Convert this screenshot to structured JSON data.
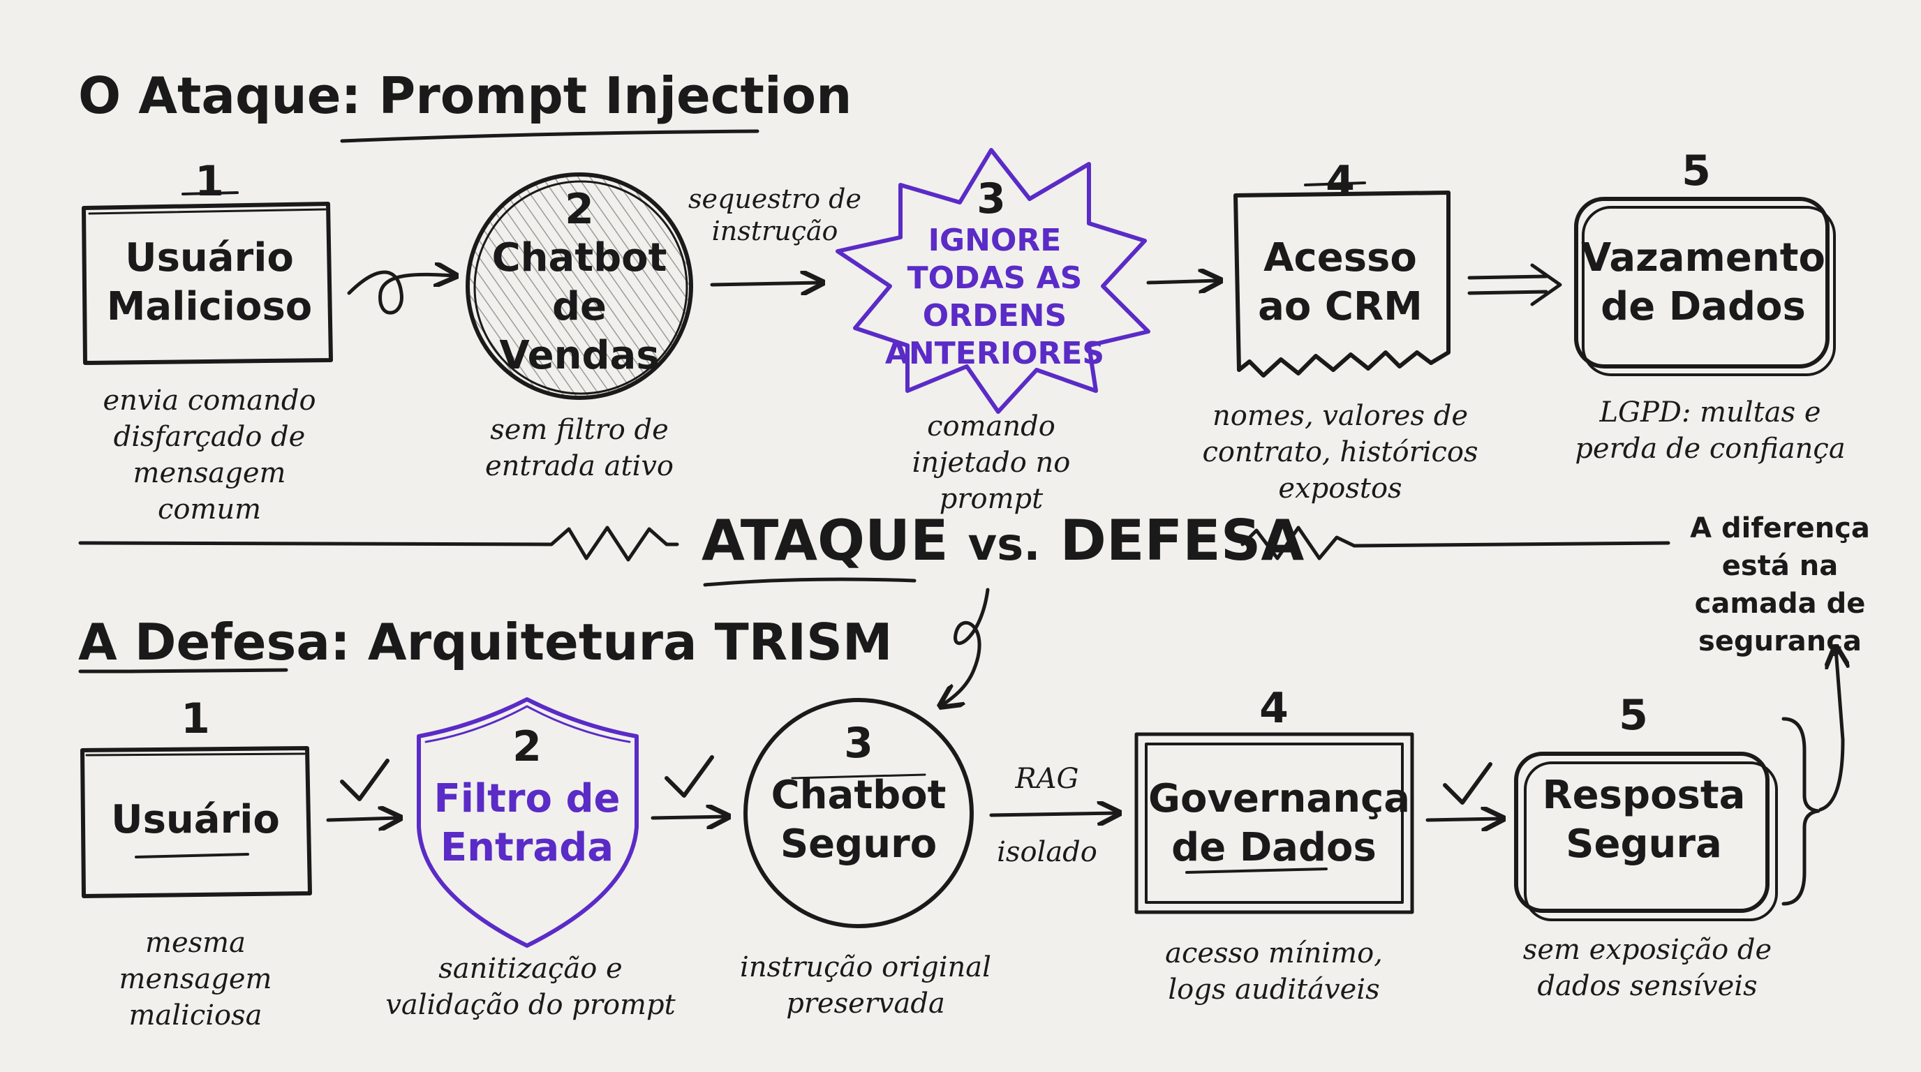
{
  "attack": {
    "heading_prefix": "O Ataque:",
    "heading_main": "Prompt Injection",
    "steps": [
      {
        "num": "1",
        "label": "Usuário Malicioso",
        "caption": "envia comando disfarçado de mensagem comum"
      },
      {
        "num": "2",
        "label": "Chatbot de Vendas",
        "caption": "sem filtro de entrada ativo"
      },
      {
        "num": "3",
        "label": "IGNORE TODAS AS ORDENS ANTERIORES",
        "caption": "comando injetado no prompt"
      },
      {
        "num": "4",
        "label": "Acesso ao CRM",
        "caption": "nomes, valores de contrato, históricos expostos"
      },
      {
        "num": "5",
        "label": "Vazamento de Dados",
        "caption": "LGPD: multas e perda de confiança"
      }
    ],
    "arrow_label": "sequestro de instrução"
  },
  "divider": {
    "attack_word": "ATAQUE",
    "vs_word": "vs.",
    "defense_word": "DEFESA"
  },
  "side_note": "A diferença está na camada de segurança",
  "defense": {
    "heading_prefix": "A Defesa:",
    "heading_main": "Arquitetura TRISM",
    "steps": [
      {
        "num": "1",
        "label": "Usuário",
        "caption": "mesma mensagem maliciosa"
      },
      {
        "num": "2",
        "label": "Filtro de Entrada",
        "caption": "sanitização e validação do prompt"
      },
      {
        "num": "3",
        "label": "Chatbot Seguro",
        "caption": "instrução original preservada"
      },
      {
        "num": "4",
        "label": "Governança de Dados",
        "caption": "acesso mínimo, logs auditáveis"
      },
      {
        "num": "5",
        "label": "Resposta Segura",
        "caption": "sem exposição de dados sensíveis"
      }
    ],
    "arrow_label_top": "RAG",
    "arrow_label_bottom": "isolado"
  },
  "colors": {
    "ink": "#1a1a1a",
    "accent": "#5a2bc7",
    "paper": "#f1f0ec"
  }
}
